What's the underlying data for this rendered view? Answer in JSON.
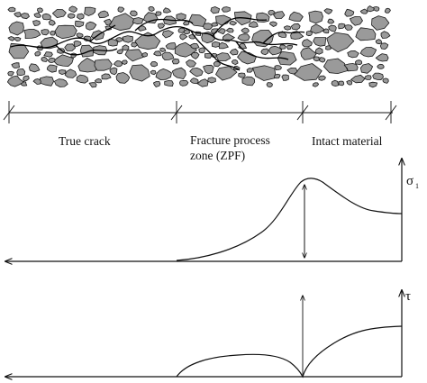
{
  "zones": {
    "true_crack": "True crack",
    "fpz_line1": "Fracture process",
    "fpz_line2": "zone (ZPF)",
    "intact": "Intact material"
  },
  "upper_plot": {
    "symbol": "σ",
    "subscript": "1"
  },
  "lower_plot": {
    "symbol": "τ"
  }
}
